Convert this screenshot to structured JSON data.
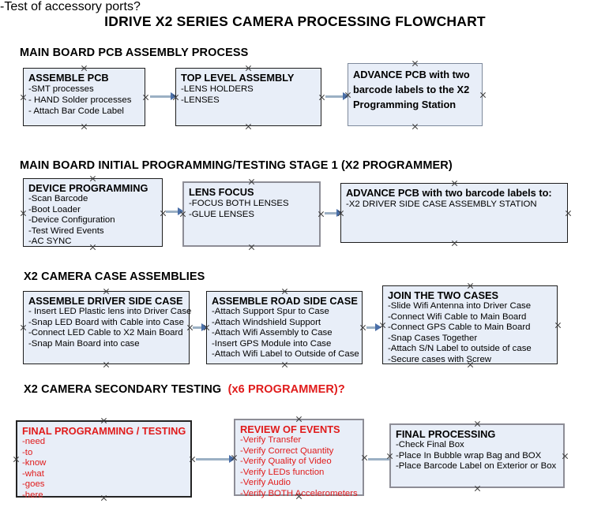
{
  "document": {
    "title": "IDRIVE X2  SERIES CAMERA PROCESSING FLOWCHART",
    "accent_color": "#e01b1b",
    "box_fill": "#e8eef8",
    "connector_color": "#9bb0c4",
    "arrowhead_color": "#4a6fa8"
  },
  "sections": [
    {
      "heading": "MAIN BOARD PCB ASSEMBLY PROCESS",
      "heading_accent": "",
      "nodes": [
        {
          "title": "ASSEMBLE PCB",
          "lines": [
            "-SMT processes",
            "- HAND Solder processes",
            "- Attach Bar Code Label"
          ]
        },
        {
          "title": "TOP LEVEL ASSEMBLY",
          "lines": [
            "-LENS HOLDERS",
            "-LENSES"
          ]
        },
        {
          "title": "ADVANCE PCB with two barcode labels to the  X2 Programming Station",
          "lines": []
        }
      ]
    },
    {
      "heading": "MAIN BOARD INITIAL PROGRAMMING/TESTING STAGE 1 (X2 PROGRAMMER)",
      "heading_accent": "",
      "nodes": [
        {
          "title": "DEVICE PROGRAMMING",
          "lines": [
            "-Scan Barcode",
            "-Boot Loader",
            "-Device Configuration",
            "-Test Wired Events",
            "-AC SYNC"
          ]
        },
        {
          "title": "LENS FOCUS",
          "lines": [
            "-FOCUS BOTH LENSES",
            "-GLUE LENSES"
          ]
        },
        {
          "title": "ADVANCE PCB with two barcode labels to:",
          "lines": [
            "-X2 DRIVER  SIDE  CASE  ASSEMBLY STATION"
          ]
        }
      ]
    },
    {
      "heading": "X2 CAMERA CASE ASSEMBLIES",
      "heading_accent": "",
      "nodes": [
        {
          "title": "ASSEMBLE DRIVER SIDE CASE",
          "lines": [
            "- Insert LED Plastic lens into Driver Case",
            "-Snap LED Board with Cable into Case",
            "-Connect LED Cable to X2 Main Board",
            "-Snap Main Board into case"
          ]
        },
        {
          "title": "ASSEMBLE ROAD SIDE CASE",
          "lines": [
            "-Attach Support Spur to Case",
            "-Attach Windshield Support",
            "-Attach Wifi Assembly to Case",
            "-Insert GPS Module into Case",
            "-Attach Wifi Label to Outside of Case"
          ]
        },
        {
          "title": "JOIN THE TWO CASES",
          "lines": [
            "-Slide Wifi Antenna into Driver Case",
            "-Connect Wifi Cable to Main Board",
            "-Connect GPS Cable to Main Board",
            "-Snap Cases Together",
            "-Attach S/N Label to outside of case",
            "-Secure cases with Screw"
          ]
        }
      ]
    },
    {
      "heading": "X2 CAMERA SECONDARY TESTING",
      "heading_accent": "(x6 PROGRAMMER)?",
      "nodes": [
        {
          "title": "FINAL PROGRAMMING / TESTING",
          "lines": [
            "-need",
            "-to",
            "-know",
            "-what",
            "-goes",
            "-here"
          ]
        },
        {
          "title": "REVIEW OF EVENTS",
          "lines": [
            "-Verify Transfer",
            "-Verify Correct Quantity",
            "-Verify Quality of Video",
            "-Verify LEDs function",
            "-Verify Audio",
            "-Verify BOTH Accelerometers"
          ],
          "overflow_line": "-Test of accessory ports?"
        },
        {
          "title": "FINAL PROCESSING",
          "lines": [
            " -Check Final Box",
            "-Place In Bubble wrap Bag and BOX",
            "-Place Barcode Label on Exterior or Box"
          ]
        }
      ]
    }
  ]
}
